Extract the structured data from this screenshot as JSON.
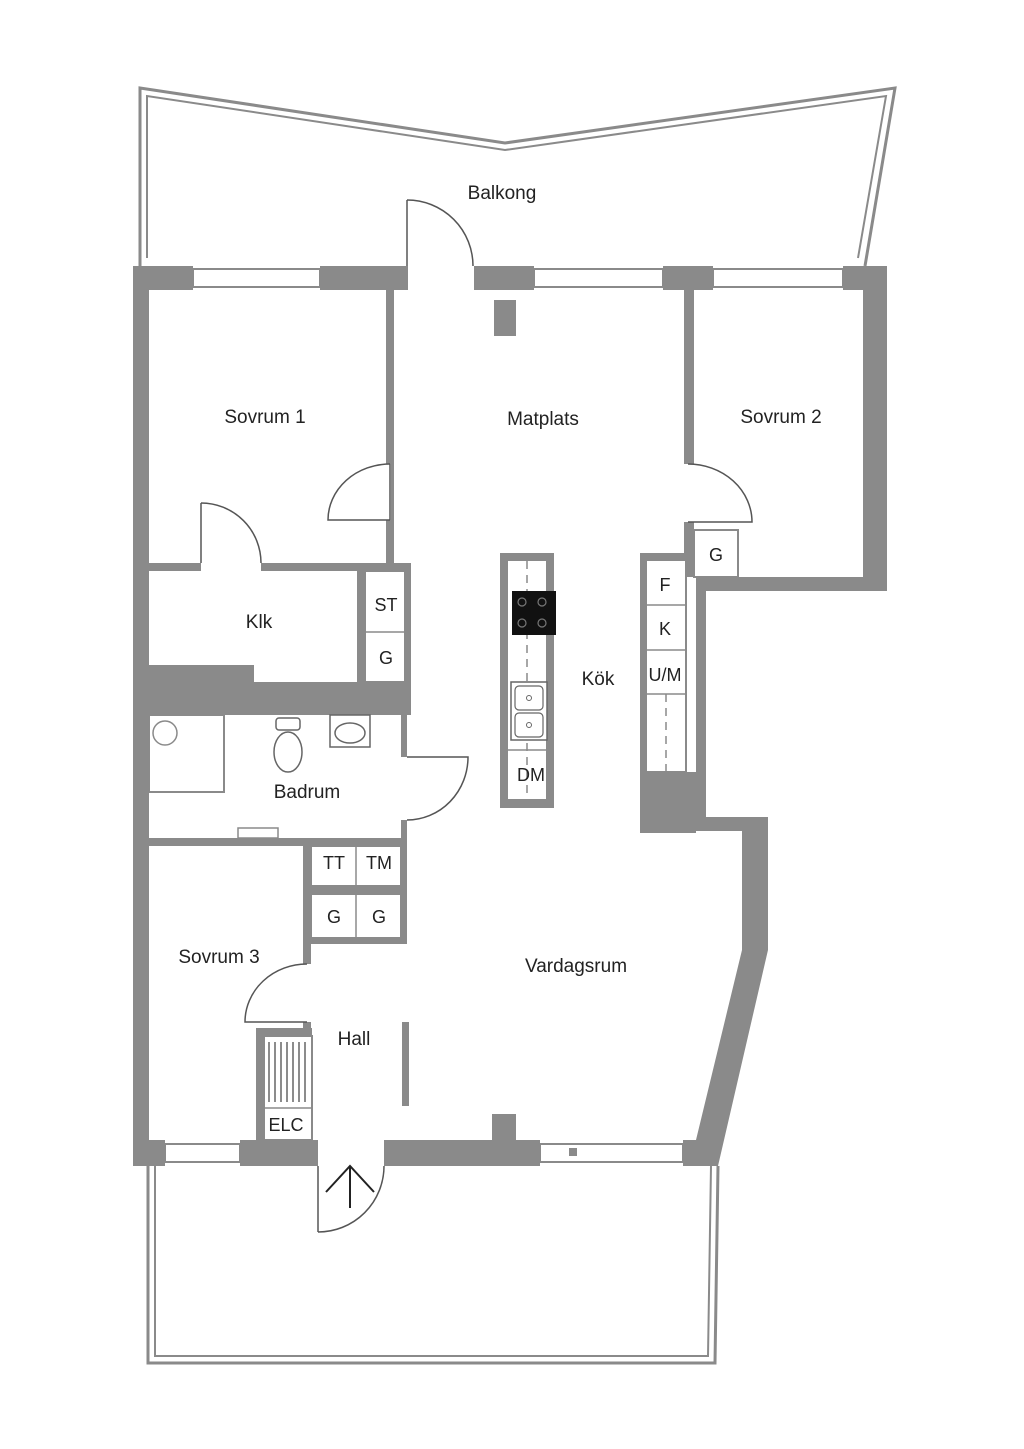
{
  "rooms": {
    "balkong": "Balkong",
    "sovrum1": "Sovrum 1",
    "matplats": "Matplats",
    "sovrum2": "Sovrum 2",
    "klk": "Klk",
    "kok": "Kök",
    "badrum": "Badrum",
    "sovrum3": "Sovrum 3",
    "vardagsrum": "Vardagsrum",
    "hall": "Hall"
  },
  "fixtures": {
    "st": "ST",
    "g": "G",
    "f": "F",
    "k": "K",
    "um": "U/M",
    "dm": "DM",
    "tt": "TT",
    "tm": "TM",
    "elc": "ELC"
  },
  "colors": {
    "wall": "#8a8a8a",
    "background": "#ffffff",
    "text": "#222222"
  }
}
